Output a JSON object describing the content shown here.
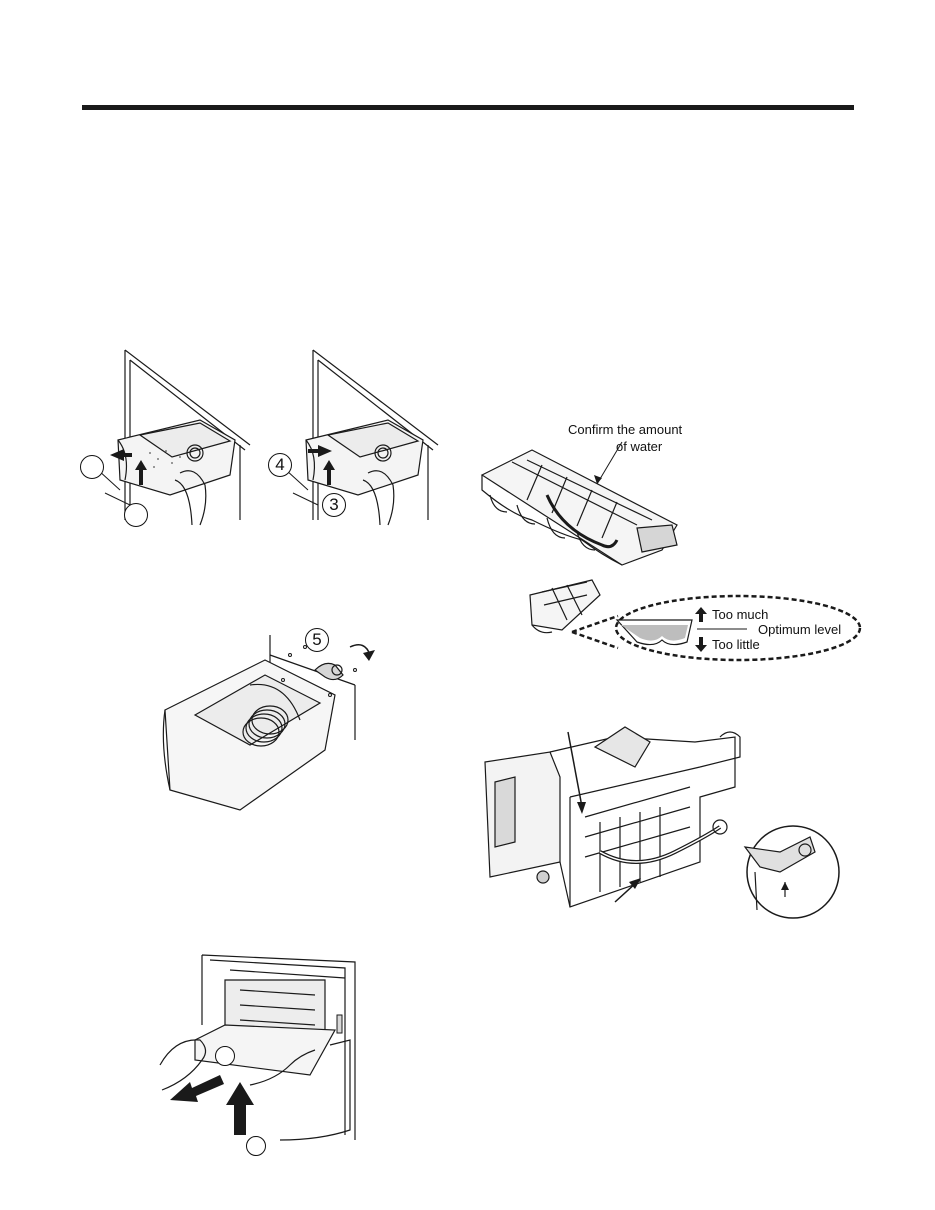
{
  "figures": {
    "ice_bin_remove_left": {
      "step_top": "",
      "step_bottom": ""
    },
    "ice_bin_remove_right": {
      "step_top": "4",
      "step_bottom": "3"
    },
    "auger_turn": {
      "step": "5"
    },
    "ice_tray": {
      "caption_line1": "Confirm the amount",
      "caption_line2": "of water",
      "too_much": "Too much",
      "optimum": "Optimum level",
      "too_little": "Too little"
    },
    "shelf_remove": {
      "step_top": "",
      "step_bottom": ""
    }
  },
  "colors": {
    "line": "#1a1a1a",
    "fill": "#f2f2f2",
    "shade": "#d6d6d6"
  }
}
